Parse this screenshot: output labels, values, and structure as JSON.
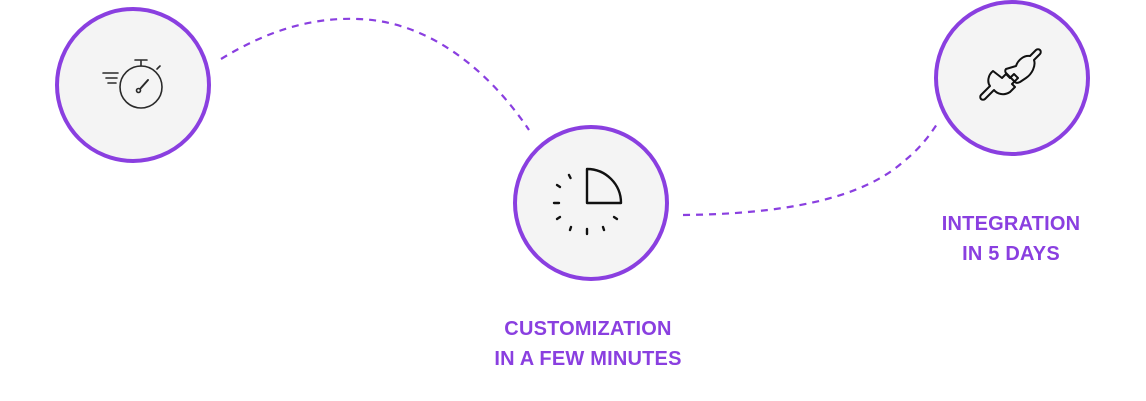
{
  "colors": {
    "accent": "#8a3fe0",
    "circle_fill": "#f4f4f4",
    "icon_stroke": "#1a1a1a",
    "background": "#ffffff"
  },
  "steps": [
    {
      "icon": "stopwatch-icon",
      "label_lines": []
    },
    {
      "icon": "quarter-pie-clock-icon",
      "label_lines": [
        "CUSTOMIZATION",
        "IN A FEW MINUTES"
      ]
    },
    {
      "icon": "plug-connect-icon",
      "label_lines": [
        "INTEGRATION",
        "IN 5 DAYS"
      ]
    }
  ],
  "connectors": [
    {
      "name": "connector-1-to-2",
      "style": "dashed"
    },
    {
      "name": "connector-2-to-3",
      "style": "dashed"
    }
  ]
}
